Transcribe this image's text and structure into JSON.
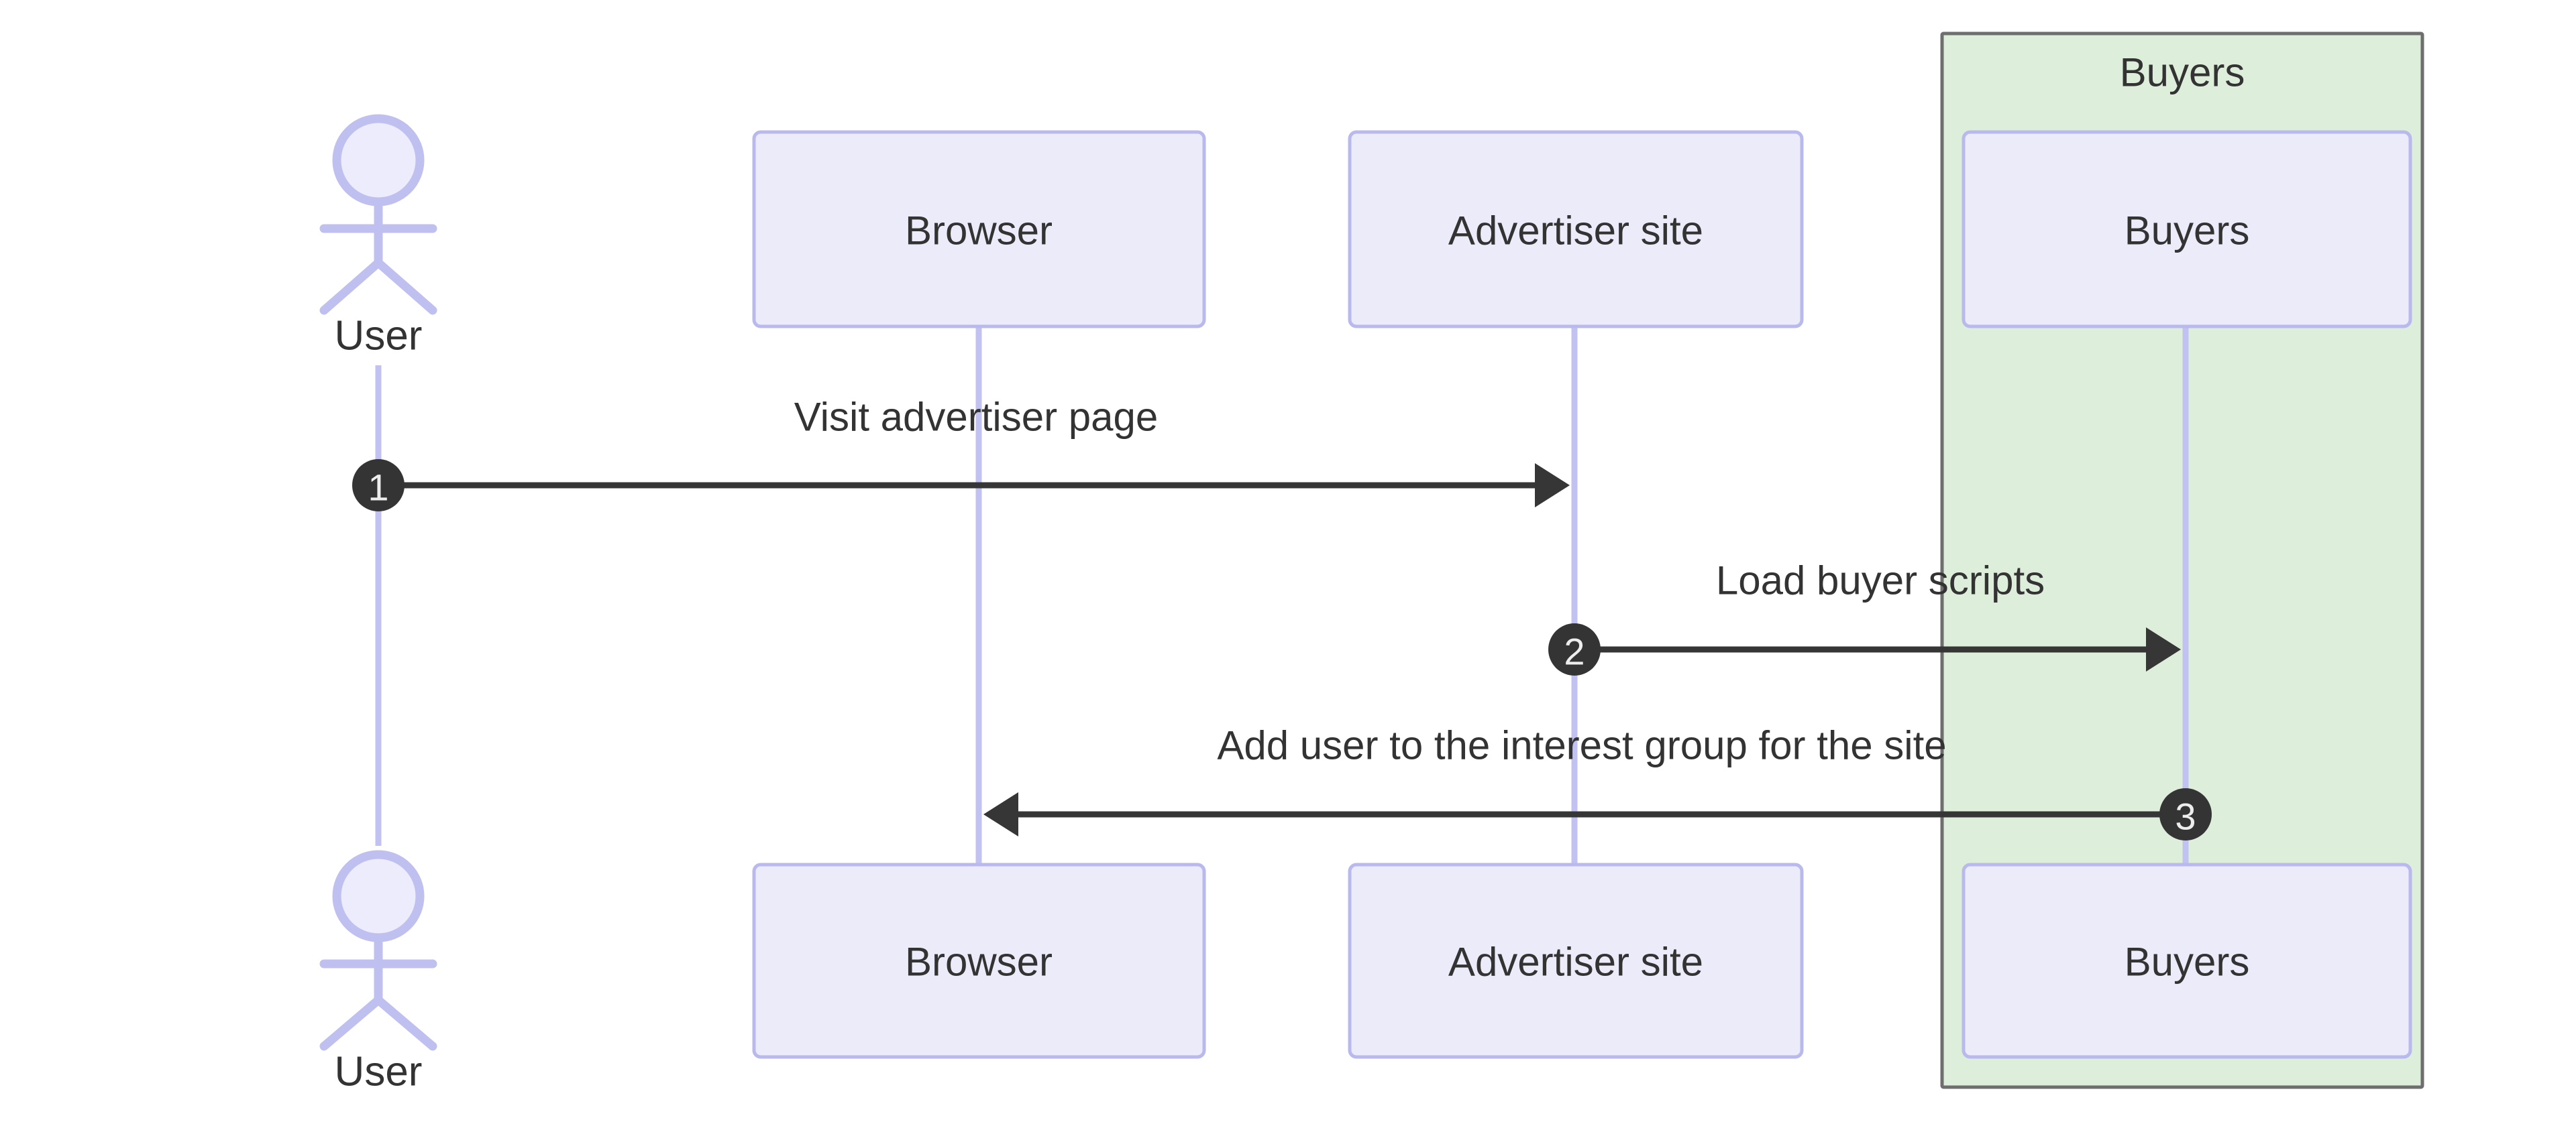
{
  "colors": {
    "background": "#ffffff",
    "participant_fill": "#ebebfa",
    "participant_border": "#b9b9ee",
    "lifeline": "#c1c1f2",
    "actor_stroke": "#bfbff0",
    "group_fill": "#ddeedb",
    "group_border": "#6e6e6e",
    "arrow": "#363636",
    "badge_fill": "#343434",
    "badge_text": "#ededed",
    "label_text": "#333333"
  },
  "actors": {
    "user": {
      "label": "User"
    }
  },
  "participants": [
    {
      "label": "Browser"
    },
    {
      "label": "Advertiser site"
    },
    {
      "label": "Buyers"
    }
  ],
  "group": {
    "label": "Buyers"
  },
  "messages": [
    {
      "number": "1",
      "label": "Visit advertiser page",
      "from": "User",
      "to": "Advertiser site"
    },
    {
      "number": "2",
      "label": "Load buyer scripts",
      "from": "Advertiser site",
      "to": "Buyers"
    },
    {
      "number": "3",
      "label": "Add user to the interest group for the site",
      "from": "Buyers",
      "to": "Browser"
    }
  ]
}
